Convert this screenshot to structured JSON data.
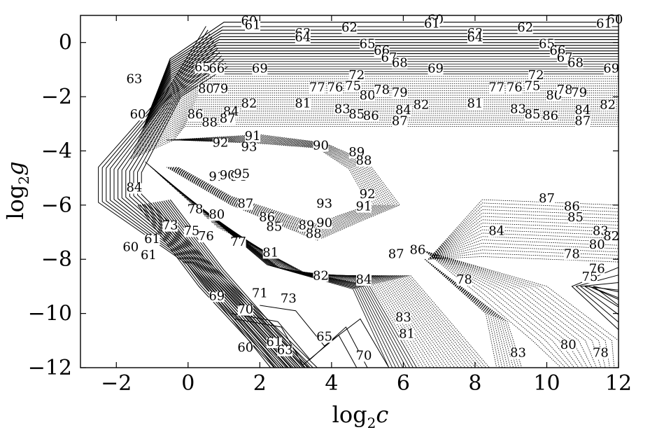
{
  "chart_data": {
    "type": "contour",
    "title": "",
    "xlabel_base": "log",
    "xlabel_sub": "2",
    "xlabel_var": "c",
    "ylabel_base": "log",
    "ylabel_sub": "2",
    "ylabel_var": "g",
    "xlim": [
      -3,
      12
    ],
    "ylim": [
      -12,
      1
    ],
    "xticks": [
      -2,
      0,
      2,
      4,
      6,
      8,
      10,
      12
    ],
    "yticks": [
      0,
      -2,
      -4,
      -6,
      -8,
      -10,
      -12
    ],
    "xtick_labels": [
      "−2",
      "0",
      "2",
      "4",
      "6",
      "8",
      "10",
      "12"
    ],
    "ytick_labels": [
      "0",
      "−2",
      "−4",
      "−6",
      "−8",
      "−10",
      "−12"
    ],
    "grid": false,
    "levels": [
      {
        "value": 60,
        "x": 1.7,
        "y": 0.65
      },
      {
        "value": 61,
        "x": 1.8,
        "y": 0.5
      },
      {
        "value": 63,
        "x": 3.2,
        "y": 0.2
      },
      {
        "value": 64,
        "x": 3.2,
        "y": 0.05
      },
      {
        "value": 62,
        "x": 4.5,
        "y": 0.4
      },
      {
        "value": 60,
        "x": 6.9,
        "y": 0.7
      },
      {
        "value": 61,
        "x": 6.8,
        "y": 0.55
      },
      {
        "value": 63,
        "x": 8.0,
        "y": 0.2
      },
      {
        "value": 64,
        "x": 8.0,
        "y": 0.05
      },
      {
        "value": 62,
        "x": 9.4,
        "y": 0.4
      },
      {
        "value": 60,
        "x": 11.9,
        "y": 0.7
      },
      {
        "value": 61,
        "x": 11.6,
        "y": 0.55
      },
      {
        "value": 65,
        "x": 5.0,
        "y": -0.2
      },
      {
        "value": 66,
        "x": 5.4,
        "y": -0.45
      },
      {
        "value": 67,
        "x": 5.6,
        "y": -0.7
      },
      {
        "value": 68,
        "x": 5.9,
        "y": -0.9
      },
      {
        "value": 69,
        "x": 6.9,
        "y": -1.1
      },
      {
        "value": 65,
        "x": 10.0,
        "y": -0.2
      },
      {
        "value": 66,
        "x": 10.3,
        "y": -0.45
      },
      {
        "value": 67,
        "x": 10.5,
        "y": -0.7
      },
      {
        "value": 68,
        "x": 10.8,
        "y": -0.9
      },
      {
        "value": 69,
        "x": 11.8,
        "y": -1.1
      },
      {
        "value": 69,
        "x": 2.0,
        "y": -1.1
      },
      {
        "value": 72,
        "x": 4.7,
        "y": -1.35
      },
      {
        "value": 72,
        "x": 9.7,
        "y": -1.35
      },
      {
        "value": 77,
        "x": 3.6,
        "y": -1.8
      },
      {
        "value": 76,
        "x": 4.1,
        "y": -1.8
      },
      {
        "value": 75,
        "x": 4.6,
        "y": -1.75
      },
      {
        "value": 80,
        "x": 5.0,
        "y": -2.1
      },
      {
        "value": 78,
        "x": 5.4,
        "y": -1.9
      },
      {
        "value": 79,
        "x": 5.9,
        "y": -2.0
      },
      {
        "value": 77,
        "x": 8.6,
        "y": -1.8
      },
      {
        "value": 76,
        "x": 9.1,
        "y": -1.8
      },
      {
        "value": 75,
        "x": 9.6,
        "y": -1.75
      },
      {
        "value": 80,
        "x": 10.2,
        "y": -2.1
      },
      {
        "value": 78,
        "x": 10.5,
        "y": -1.9
      },
      {
        "value": 79,
        "x": 10.9,
        "y": -2.0
      },
      {
        "value": 81,
        "x": 3.2,
        "y": -2.4
      },
      {
        "value": 82,
        "x": 1.7,
        "y": -2.4
      },
      {
        "value": 83,
        "x": 4.3,
        "y": -2.6
      },
      {
        "value": 85,
        "x": 4.7,
        "y": -2.8
      },
      {
        "value": 86,
        "x": 5.1,
        "y": -2.85
      },
      {
        "value": 84,
        "x": 6.0,
        "y": -2.65
      },
      {
        "value": 82,
        "x": 6.5,
        "y": -2.45
      },
      {
        "value": 87,
        "x": 5.9,
        "y": -3.05
      },
      {
        "value": 81,
        "x": 8.0,
        "y": -2.4
      },
      {
        "value": 83,
        "x": 9.2,
        "y": -2.6
      },
      {
        "value": 85,
        "x": 9.6,
        "y": -2.8
      },
      {
        "value": 86,
        "x": 10.1,
        "y": -2.85
      },
      {
        "value": 84,
        "x": 11.0,
        "y": -2.65
      },
      {
        "value": 82,
        "x": 11.7,
        "y": -2.45
      },
      {
        "value": 87,
        "x": 11.0,
        "y": -3.05
      },
      {
        "value": 84,
        "x": 1.2,
        "y": -2.7
      },
      {
        "value": 87,
        "x": 1.1,
        "y": -2.95
      },
      {
        "value": 88,
        "x": 0.6,
        "y": -3.1
      },
      {
        "value": 91,
        "x": 1.8,
        "y": -3.6
      },
      {
        "value": 92,
        "x": 0.9,
        "y": -3.85
      },
      {
        "value": 93,
        "x": 1.7,
        "y": -4.0
      },
      {
        "value": 90,
        "x": 3.7,
        "y": -3.95
      },
      {
        "value": 89,
        "x": 4.7,
        "y": -4.2
      },
      {
        "value": 88,
        "x": 4.9,
        "y": -4.5
      },
      {
        "value": 91,
        "x": 0.8,
        "y": -5.1
      },
      {
        "value": 90,
        "x": 1.1,
        "y": -5.05
      },
      {
        "value": 94,
        "x": 1.4,
        "y": -5.1
      },
      {
        "value": 92,
        "x": 5.0,
        "y": -5.75
      },
      {
        "value": 93,
        "x": 3.8,
        "y": -6.1
      },
      {
        "value": 91,
        "x": 4.9,
        "y": -6.2
      },
      {
        "value": 87,
        "x": 1.6,
        "y": -6.1
      },
      {
        "value": 86,
        "x": 2.2,
        "y": -6.6
      },
      {
        "value": 85,
        "x": 2.4,
        "y": -6.95
      },
      {
        "value": 89,
        "x": 3.3,
        "y": -6.9
      },
      {
        "value": 88,
        "x": 3.5,
        "y": -7.2
      },
      {
        "value": 90,
        "x": 3.8,
        "y": -6.8
      },
      {
        "value": 81,
        "x": 2.3,
        "y": -7.9
      },
      {
        "value": 77,
        "x": 1.4,
        "y": -7.5
      },
      {
        "value": 76,
        "x": 0.5,
        "y": -7.3
      },
      {
        "value": 75,
        "x": 0.1,
        "y": -7.1
      },
      {
        "value": 73,
        "x": -0.5,
        "y": -6.9
      },
      {
        "value": 78,
        "x": 0.2,
        "y": -6.3
      },
      {
        "value": 80,
        "x": 0.8,
        "y": -6.5
      },
      {
        "value": 61,
        "x": -1.0,
        "y": -7.4
      },
      {
        "value": 60,
        "x": -1.6,
        "y": -7.7
      },
      {
        "value": 61,
        "x": -1.1,
        "y": -8.0
      },
      {
        "value": 82,
        "x": 3.7,
        "y": -8.75
      },
      {
        "value": 84,
        "x": 4.9,
        "y": -8.9
      },
      {
        "value": 87,
        "x": 5.8,
        "y": -7.95
      },
      {
        "value": 86,
        "x": 6.4,
        "y": -7.8
      },
      {
        "value": 78,
        "x": 7.7,
        "y": -8.9
      },
      {
        "value": 87,
        "x": 10.0,
        "y": -5.9
      },
      {
        "value": 86,
        "x": 10.7,
        "y": -6.2
      },
      {
        "value": 85,
        "x": 10.8,
        "y": -6.6
      },
      {
        "value": 84,
        "x": 8.6,
        "y": -7.1
      },
      {
        "value": 83,
        "x": 11.5,
        "y": -7.1
      },
      {
        "value": 82,
        "x": 11.8,
        "y": -7.3
      },
      {
        "value": 80,
        "x": 11.4,
        "y": -7.6
      },
      {
        "value": 78,
        "x": 10.7,
        "y": -7.95
      },
      {
        "value": 76,
        "x": 11.4,
        "y": -8.5
      },
      {
        "value": 75,
        "x": 11.2,
        "y": -8.8
      },
      {
        "value": 69,
        "x": 0.8,
        "y": -9.5
      },
      {
        "value": 70,
        "x": 1.6,
        "y": -10.0
      },
      {
        "value": 71,
        "x": 2.0,
        "y": -9.4
      },
      {
        "value": 73,
        "x": 2.8,
        "y": -9.6
      },
      {
        "value": 83,
        "x": 6.0,
        "y": -10.3
      },
      {
        "value": 81,
        "x": 6.1,
        "y": -10.9
      },
      {
        "value": 80,
        "x": 10.6,
        "y": -11.3
      },
      {
        "value": 78,
        "x": 11.5,
        "y": -11.6
      },
      {
        "value": 83,
        "x": 9.2,
        "y": -11.6
      },
      {
        "value": 60,
        "x": 1.6,
        "y": -11.4
      },
      {
        "value": 61,
        "x": 2.4,
        "y": -11.2
      },
      {
        "value": 63,
        "x": 2.7,
        "y": -11.5
      },
      {
        "value": 70,
        "x": 4.9,
        "y": -11.7
      },
      {
        "value": 65,
        "x": 3.8,
        "y": -11.0
      },
      {
        "value": 63,
        "x": -1.5,
        "y": -1.5
      },
      {
        "value": 60,
        "x": -1.4,
        "y": -2.8
      },
      {
        "value": 65,
        "x": 0.4,
        "y": -1.05
      },
      {
        "value": 66,
        "x": 0.8,
        "y": -1.1
      },
      {
        "value": 80,
        "x": 0.5,
        "y": -1.85
      },
      {
        "value": 79,
        "x": 0.9,
        "y": -1.85
      },
      {
        "value": 86,
        "x": 0.2,
        "y": -2.8
      },
      {
        "value": 84,
        "x": -1.5,
        "y": -5.5
      },
      {
        "value": 95,
        "x": 1.5,
        "y": -5.0
      }
    ]
  }
}
